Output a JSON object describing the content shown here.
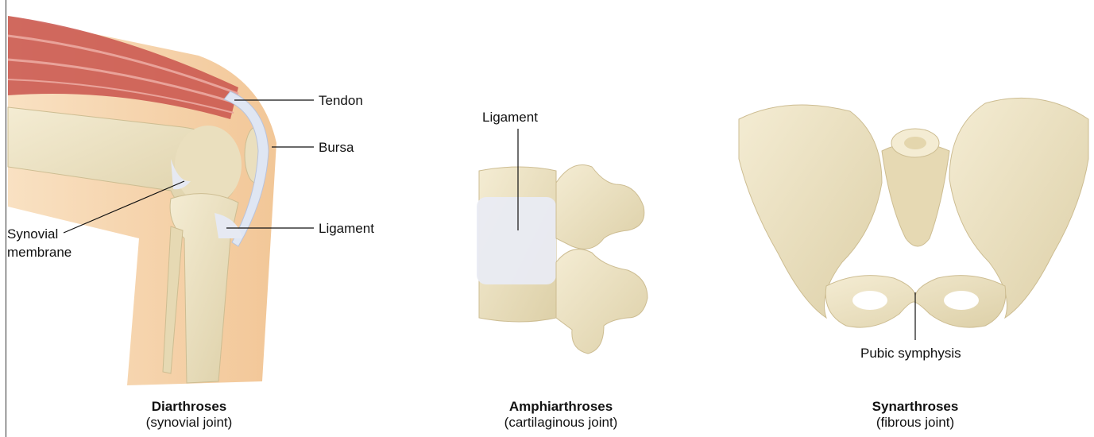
{
  "panels": [
    {
      "title": "Diarthroses",
      "subtitle": "(synovial joint)",
      "labels": {
        "tendon": "Tendon",
        "bursa": "Bursa",
        "ligament": "Ligament",
        "synovial_line1": "Synovial",
        "synovial_line2": "membrane"
      }
    },
    {
      "title": "Amphiarthroses",
      "subtitle": "(cartilaginous joint)",
      "labels": {
        "ligament": "Ligament"
      }
    },
    {
      "title": "Synarthroses",
      "subtitle": "(fibrous joint)",
      "labels": {
        "pubic_symphysis": "Pubic symphysis"
      }
    }
  ],
  "colors": {
    "bone": "#efe4c6",
    "bone_shade": "#d9c9a0",
    "skin": "#f3c48f",
    "muscle": "#c9544c",
    "tendon": "#e8eef7",
    "membrane": "#e6e9f2"
  }
}
